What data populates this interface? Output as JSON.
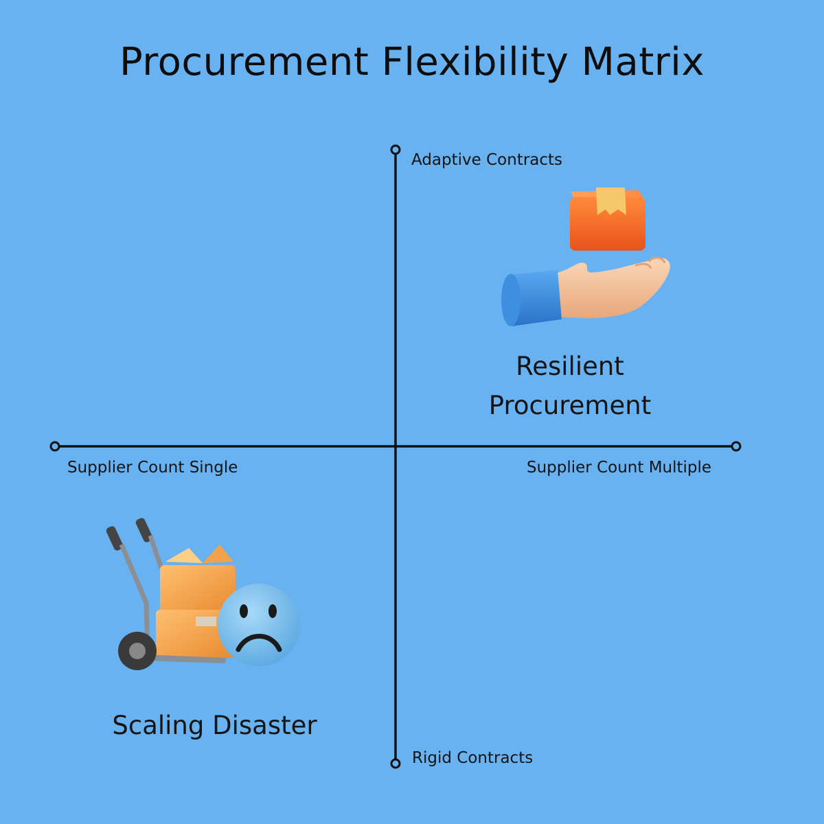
{
  "title": "Procurement Flexibility Matrix",
  "axes": {
    "top": "Adaptive Contracts",
    "bottom": "Rigid Contracts",
    "left": "Supplier Count Single",
    "right": "Supplier Count Multiple"
  },
  "quadrants": {
    "top_right": {
      "line1": "Resilient",
      "line2": "Procurement",
      "icon": "hand-with-box-icon"
    },
    "bottom_left": {
      "label": "Scaling Disaster",
      "icon": "hand-truck-sad-face-icon"
    }
  },
  "colors": {
    "background": "#68b2f1",
    "axis": "#111111",
    "box": "#f26a24",
    "sleeve": "#3a8de0",
    "skin": "#f4c49c",
    "sad_face": "#7ec3ee"
  }
}
